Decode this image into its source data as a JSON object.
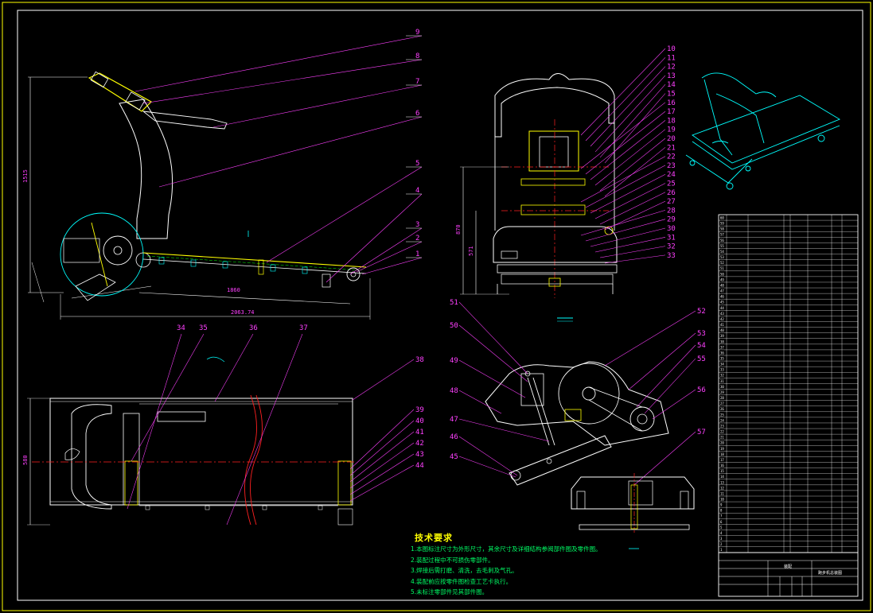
{
  "drawing": {
    "tech_requirements_title": "技术要求",
    "tech_requirements": [
      "1.本图标注尺寸为外形尺寸，其余尺寸及详细结构参阅部件图及零件图。",
      "2.装配过程中不可损伤零部件。",
      "3.焊接后需打磨、清洗，去毛刺及气孔。",
      "4.装配前应按零件图检查工艺卡执行。",
      "5.未标注零部件见其部件图。"
    ],
    "part_numbers": {
      "side_view": [
        "9",
        "8",
        "7",
        "6",
        "5",
        "4",
        "3",
        "2",
        "1"
      ],
      "front_view": [
        "10",
        "11",
        "12",
        "13",
        "14",
        "15",
        "16",
        "17",
        "18",
        "19",
        "20",
        "21",
        "22",
        "23",
        "24",
        "25",
        "26",
        "27",
        "28",
        "29",
        "30",
        "31",
        "32",
        "33"
      ],
      "top_view_top": [
        "34",
        "35",
        "36",
        "37",
        "38"
      ],
      "top_view_right": [
        "39",
        "40",
        "41",
        "42",
        "43",
        "44"
      ],
      "detail_view": [
        "51",
        "50",
        "49",
        "48",
        "47",
        "46",
        "45",
        "52",
        "53",
        "54",
        "55",
        "56",
        "57"
      ]
    },
    "dimensions": {
      "side_height": "1515",
      "side_length": "2063.74",
      "side_inner": "1860",
      "front_height": "870",
      "front_inner": "571",
      "top_width": "580"
    },
    "title_block": {
      "drawing_name": "跑步机总装图",
      "assembly": "装配"
    },
    "colors": {
      "frame": "#ffffff",
      "border": "#ffff00",
      "leader": "#ff40ff",
      "centerline": "#ff2020",
      "structure_yellow": "#ffff00",
      "structure_cyan": "#00ffff",
      "structure_green": "#00ff00",
      "notes": "#00ff66",
      "iso_view": "#00ffff"
    }
  }
}
